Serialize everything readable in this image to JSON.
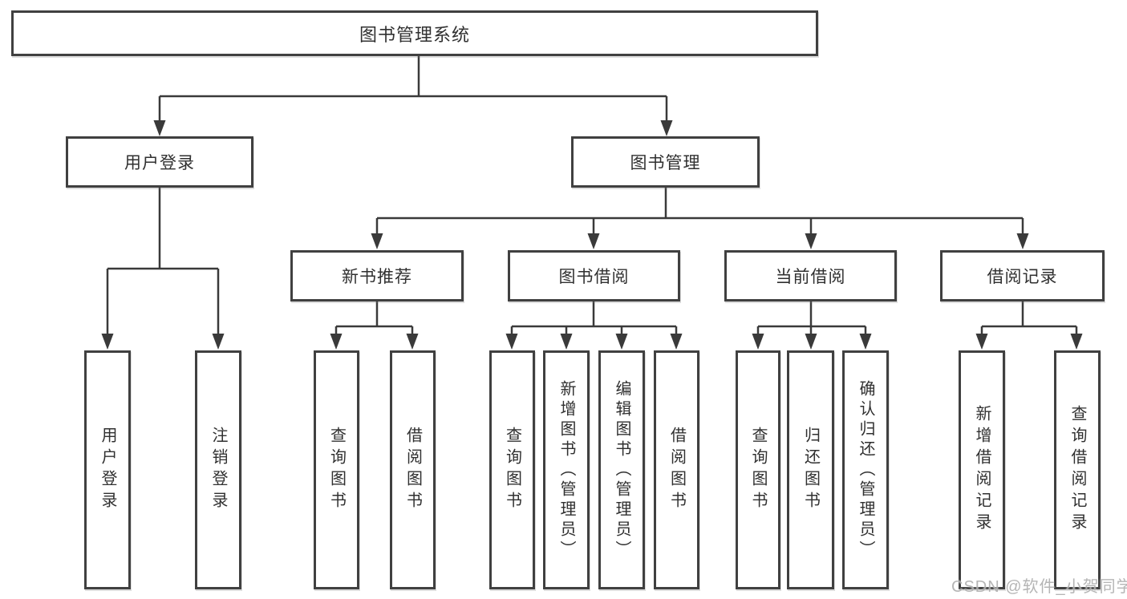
{
  "tree": {
    "root": {
      "label": "图书管理系统"
    },
    "user_login": {
      "label": "用户登录",
      "leaves": [
        {
          "label": "用户登录"
        },
        {
          "label": "注销登录"
        }
      ]
    },
    "book_management": {
      "label": "图书管理",
      "sections": [
        {
          "label": "新书推荐",
          "leaves": [
            {
              "label": "查询图书"
            },
            {
              "label": "借阅图书"
            }
          ]
        },
        {
          "label": "图书借阅",
          "leaves": [
            {
              "label": "查询图书"
            },
            {
              "label": "新增图书（管理员）"
            },
            {
              "label": "编辑图书（管理员）"
            },
            {
              "label": "借阅图书"
            }
          ]
        },
        {
          "label": "当前借阅",
          "leaves": [
            {
              "label": "查询图书"
            },
            {
              "label": "归还图书"
            },
            {
              "label": "确认归还（管理员）"
            }
          ]
        },
        {
          "label": "借阅记录",
          "leaves": [
            {
              "label": "新增借阅记录"
            },
            {
              "label": "查询借阅记录"
            }
          ]
        }
      ]
    }
  },
  "watermark": {
    "text": "CSDN @软件_小贺同学"
  },
  "colors": {
    "line": "#3a3a3a",
    "box_border": "#404040",
    "text": "#303030",
    "watermark": "#a8a8a8",
    "background": "#ffffff"
  }
}
